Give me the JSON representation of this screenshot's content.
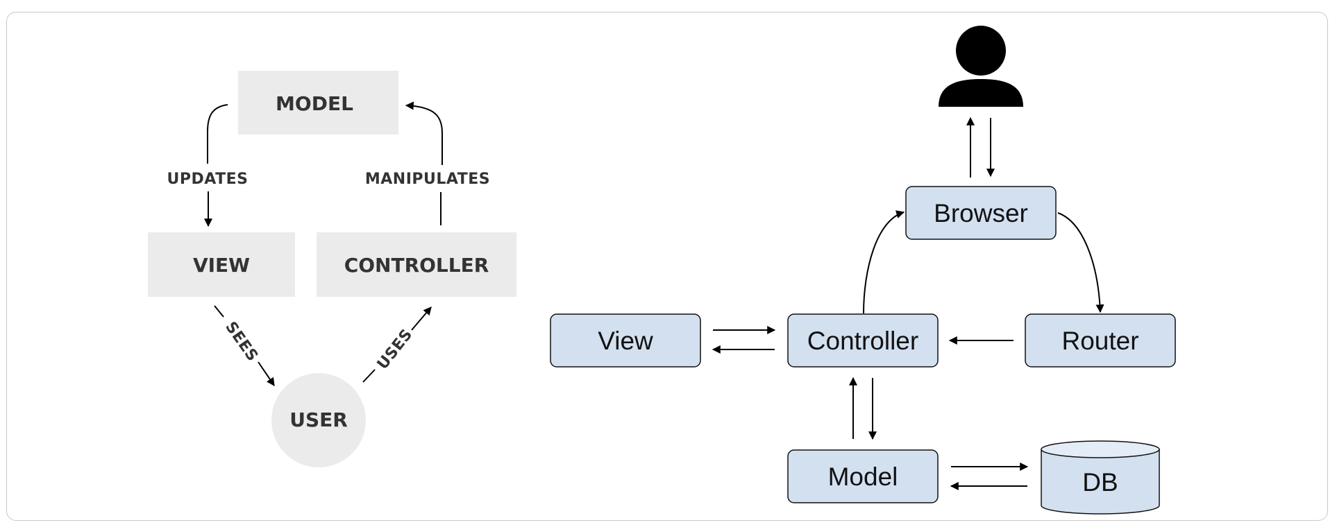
{
  "left_diagram": {
    "model": "MODEL",
    "view": "VIEW",
    "controller": "CONTROLLER",
    "user": "USER",
    "updates": "UPDATES",
    "manipulates": "MANIPULATES",
    "sees": "SEES",
    "uses": "USES"
  },
  "right_diagram": {
    "browser": "Browser",
    "view": "View",
    "controller": "Controller",
    "router": "Router",
    "model": "Model",
    "db": "DB"
  },
  "colors": {
    "mvc_box": "#ebebeb",
    "mvc_text": "#333333",
    "web_box": "#d3e0f0",
    "db_top": "#e3ecf7"
  }
}
